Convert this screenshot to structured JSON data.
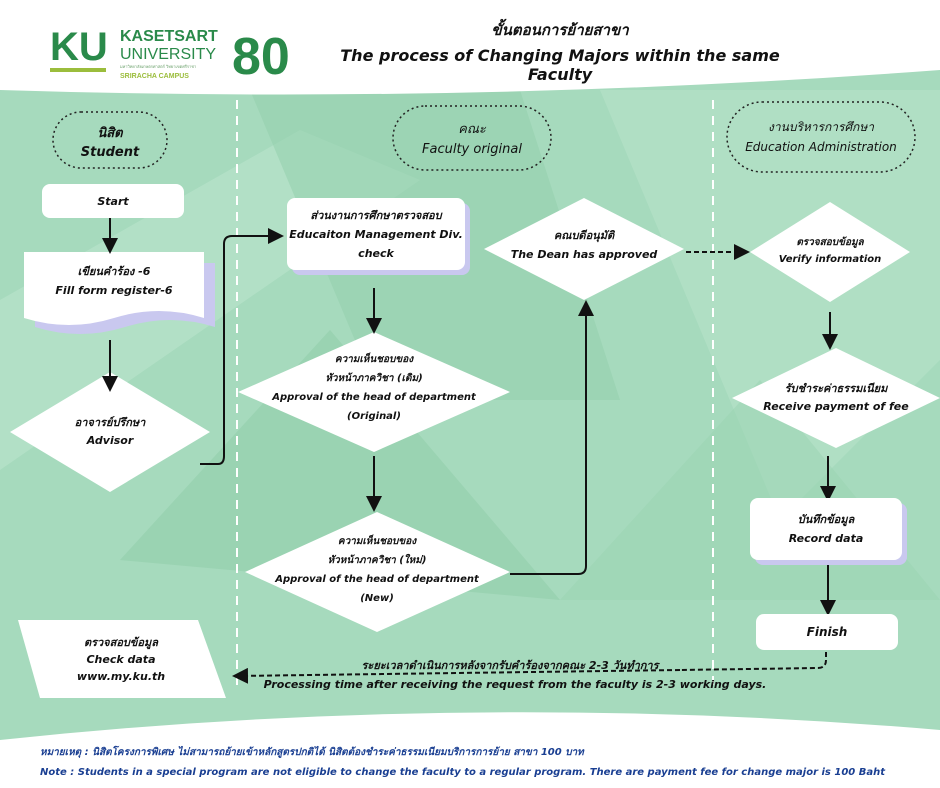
{
  "header": {
    "title_th": "ขั้นตอนการย้ายสาขา",
    "title_en": "The process of  Changing  Majors within the same Faculty"
  },
  "logo": {
    "ku": "KU",
    "kasetsart": "KASETSART",
    "university": "UNIVERSITY",
    "tagline": "มหาวิทยาลัยเกษตรศาสตร์ วิทยาเขตศรีราชา",
    "campus": "SRIRACHA CAMPUS",
    "anniversary": "80",
    "brand_color": "#2a8a4a"
  },
  "lanes": {
    "student": {
      "th": "นิสิต",
      "en": "Student"
    },
    "faculty": {
      "th": "คณะ",
      "en": "Faculty original"
    },
    "admin": {
      "th": "งานบริหารการศึกษา",
      "en": "Education Administration"
    }
  },
  "steps": {
    "start": "Start",
    "fill_form": {
      "th": "เขียนคำร้อง -6",
      "en": "Fill form  register-6"
    },
    "advisor": {
      "th": "อาจารย์ปรึกษา",
      "en": "Advisor"
    },
    "check_data": {
      "th": "ตรวจสอบข้อมูล",
      "en": "Check  data",
      "url": "www.my.ku.th"
    },
    "edu_check": {
      "th": "ส่วนงานการศึกษาตรวจสอบ",
      "en1": "Educaiton Management Div.",
      "en2": "check"
    },
    "head_orig": {
      "th1": "ความเห็นชอบของ",
      "th2": "หัวหน้าภาควิชา (เดิม)",
      "en": "Approval of the head of department",
      "en2": "(Original)"
    },
    "head_new": {
      "th1": "ความเห็นชอบของ",
      "th2": "หัวหน้าภาควิชา (ใหม่)",
      "en": "Approval of the head of department",
      "en2": "(New)"
    },
    "dean": {
      "th": "คณบดีอนุมัติ",
      "en": "The Dean has approved"
    },
    "verify": {
      "th": "ตรวจสอบข้อมูล",
      "en": "Verify information"
    },
    "payment": {
      "th": "รับชำระค่าธรรมเนียม",
      "en": "Receive payment of fee"
    },
    "record": {
      "th": "บันทึกข้อมูล",
      "en": "Record data"
    },
    "finish": "Finish"
  },
  "processing": {
    "th": "ระยะเวลาดำเนินการหลังจากรับคำร้องจากคณะ 2-3 วันทำการ",
    "en": "Processing time after receiving the request from the faculty is 2-3 working days."
  },
  "notes": {
    "th": "หมายเหตุ  :  นิสิตโครงการพิเศษ ไม่สามารถย้ายเข้าหลักสูตรปกติได้  นิสิตต้องชำระค่าธรรมเนียมบริการการย้าย สาขา 100 บาท",
    "en": "Note : Students in a special program are not eligible to change the faculty to a regular program. There are  payment fee for change major is 100 Baht"
  }
}
